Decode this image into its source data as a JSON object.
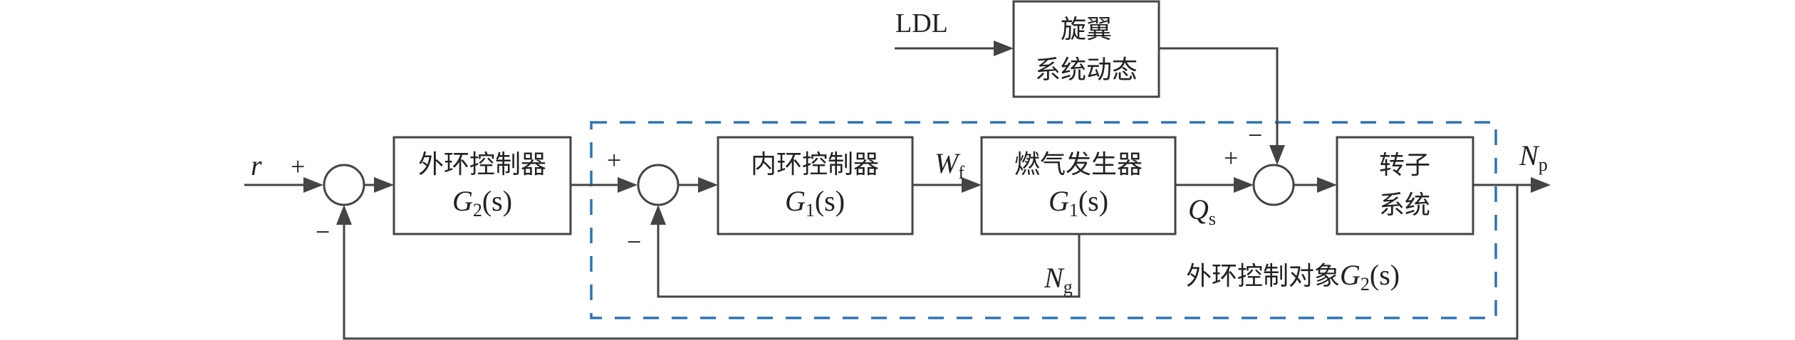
{
  "diagram": {
    "type": "control-block-diagram",
    "colors": {
      "line": "#444444",
      "boundary": "#2e74b5",
      "text": "#222222"
    },
    "inputs": {
      "reference": "r",
      "disturbance": "LDL"
    },
    "blocks": {
      "outer_controller": {
        "title": "外环控制器",
        "tf_symbol": "G",
        "tf_sub": "2",
        "tf_arg": "(s)"
      },
      "inner_controller": {
        "title": "内环控制器",
        "tf_symbol": "G",
        "tf_sub": "1",
        "tf_arg": "(s)"
      },
      "gas_generator": {
        "title": "燃气发生器",
        "tf_symbol": "G",
        "tf_sub": "1",
        "tf_arg": "(s)"
      },
      "rotor_system": {
        "line1": "转子",
        "line2": "系统"
      },
      "rotor_dynamics": {
        "line1": "旋翼",
        "line2": "系统动态"
      }
    },
    "signals": {
      "fuel_flow": {
        "symbol": "W",
        "sub": "f"
      },
      "gas_gen_speed": {
        "symbol": "N",
        "sub": "g"
      },
      "torque": {
        "symbol": "Q",
        "sub": "s"
      },
      "output": {
        "symbol": "N",
        "sub": "p"
      }
    },
    "junction_signs": {
      "sum1_plus": "+",
      "sum1_minus": "−",
      "sum2_plus": "+",
      "sum2_minus": "−",
      "sum3_plus": "+",
      "sum3_minus": "−"
    },
    "boundary_label": {
      "text": "外环控制对象",
      "tf_symbol": "G",
      "tf_sub": "2",
      "tf_arg": "(s)"
    }
  }
}
